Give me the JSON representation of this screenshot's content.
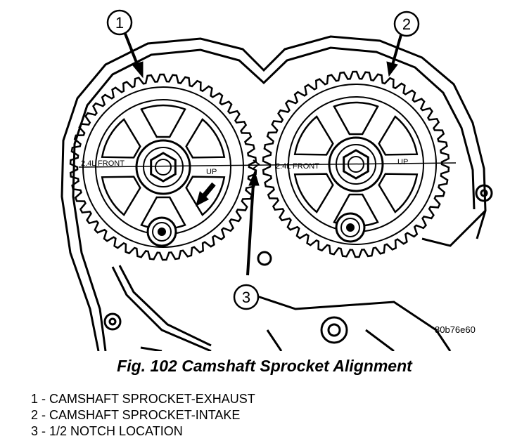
{
  "figure": {
    "caption": "Fig. 102 Camshaft Sprocket Alignment",
    "code": "80b76e60",
    "callouts": [
      "1",
      "2",
      "3"
    ],
    "sprocket_markings": {
      "front": "2.4L FRONT",
      "up": "UP"
    }
  },
  "legend": [
    "1 - CAMSHAFT SPROCKET-EXHAUST",
    "2 - CAMSHAFT SPROCKET-INTAKE",
    "3 - 1/2 NOTCH LOCATION"
  ]
}
